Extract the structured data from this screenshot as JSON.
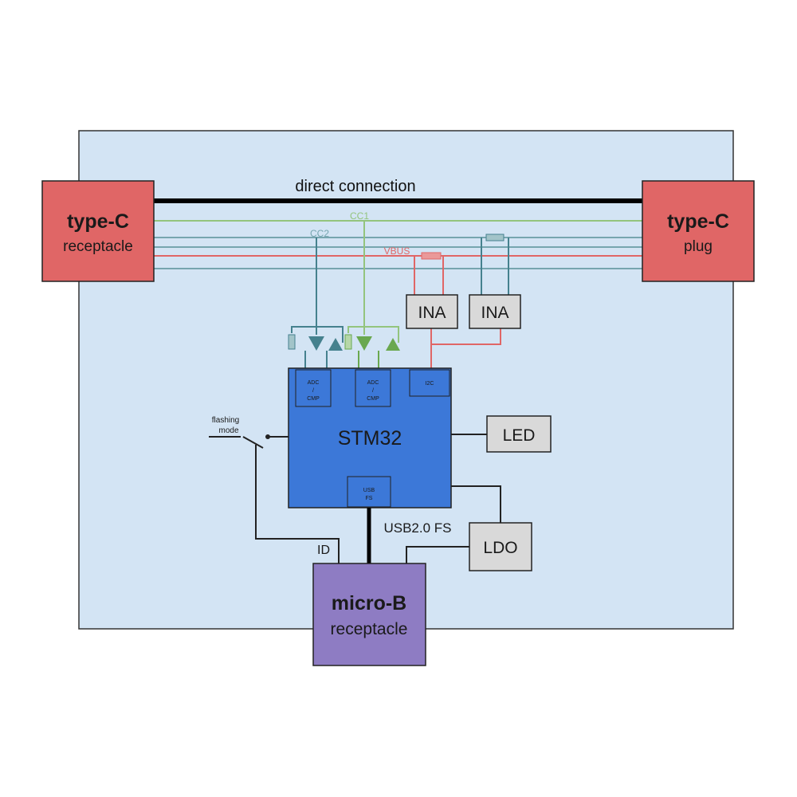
{
  "labels": {
    "direct_connection": "direct connection",
    "cc1": "CC1",
    "cc2": "CC2",
    "vbus": "VBUS",
    "usb": "USB2.0 FS",
    "id": "ID",
    "flashing_line1": "flashing",
    "flashing_line2": "mode"
  },
  "blocks": {
    "typec_receptacle": {
      "title": "type-C",
      "subtitle": "receptacle"
    },
    "typec_plug": {
      "title": "type-C",
      "subtitle": "plug"
    },
    "microb": {
      "title": "micro-B",
      "subtitle": "receptacle"
    },
    "stm32": {
      "title": "STM32",
      "adc1_l1": "ADC",
      "adc1_l2": "/",
      "adc1_l3": "CMP",
      "adc2_l1": "ADC",
      "adc2_l2": "/",
      "adc2_l3": "CMP",
      "i2c": "I2C",
      "usb_l1": "USB",
      "usb_l2": "FS"
    },
    "ina1": "INA",
    "ina2": "INA",
    "led": "LED",
    "ldo": "LDO"
  },
  "colors": {
    "board": "#d3e4f4",
    "typec": "#e06666",
    "microb": "#8e7cc3",
    "stm32": "#3c78d8",
    "gray_block": "#d9d9d9",
    "cc_green": "#93c47d",
    "cc_teal": "#76a5af",
    "vbus_red": "#e06666",
    "teal_dark": "#45818e",
    "green_dark": "#6aa84f"
  }
}
